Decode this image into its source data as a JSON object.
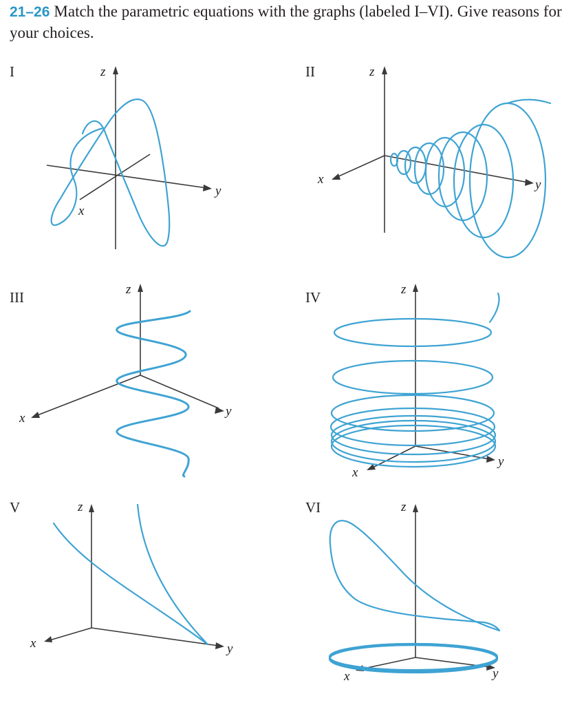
{
  "header": {
    "number": "21–26",
    "text": "Match the parametric equations with the graphs (labeled I–VI). Give reasons for your choices."
  },
  "panels": [
    {
      "label": "I",
      "axes": {
        "x": "x",
        "y": "y",
        "z": "z"
      }
    },
    {
      "label": "II",
      "axes": {
        "x": "x",
        "y": "y",
        "z": "z"
      }
    },
    {
      "label": "III",
      "axes": {
        "x": "x",
        "y": "y",
        "z": "z"
      }
    },
    {
      "label": "IV",
      "axes": {
        "x": "x",
        "y": "y",
        "z": "z"
      }
    },
    {
      "label": "V",
      "axes": {
        "x": "x",
        "y": "y",
        "z": "z"
      }
    },
    {
      "label": "VI",
      "axes": {
        "x": "x",
        "y": "y",
        "z": "z"
      }
    }
  ],
  "colors": {
    "curve": "#3ea3d3",
    "heading_number": "#2a96c6",
    "axis": "#3a3a3a"
  }
}
